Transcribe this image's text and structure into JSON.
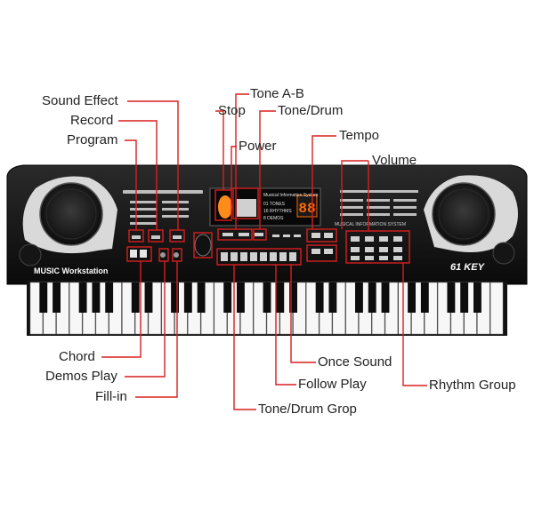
{
  "keyboard": {
    "brand_text": "MUSIC Workstation",
    "model_badge": "61 KEY",
    "screen_caption": "Musical Information System",
    "screen_lines": [
      "01 TONES",
      "16 RHYTHMS",
      "8 DEMOS"
    ],
    "led_display": "88",
    "right_panel_caption": "MUSICAL INFORMATION SYSTEM",
    "white_key_count": 36,
    "accent_color": "#e01010",
    "led_color": "#ff6a00"
  },
  "labels": {
    "sound_effect": "Sound Effect",
    "record": "Record",
    "program": "Program",
    "tone_ab": "Tone A-B",
    "stop": "Stop",
    "tone_drum": "Tone/Drum",
    "power": "Power",
    "tempo": "Tempo",
    "volume": "Volume",
    "chord": "Chord",
    "demos_play": "Demos Play",
    "fill_in": "Fill-in",
    "once_sound": "Once Sound",
    "follow_play": "Follow Play",
    "rhythm_group": "Rhythm Group",
    "tone_drum_group": "Tone/Drum Grop"
  },
  "callout_line_color": "#d81e1e"
}
